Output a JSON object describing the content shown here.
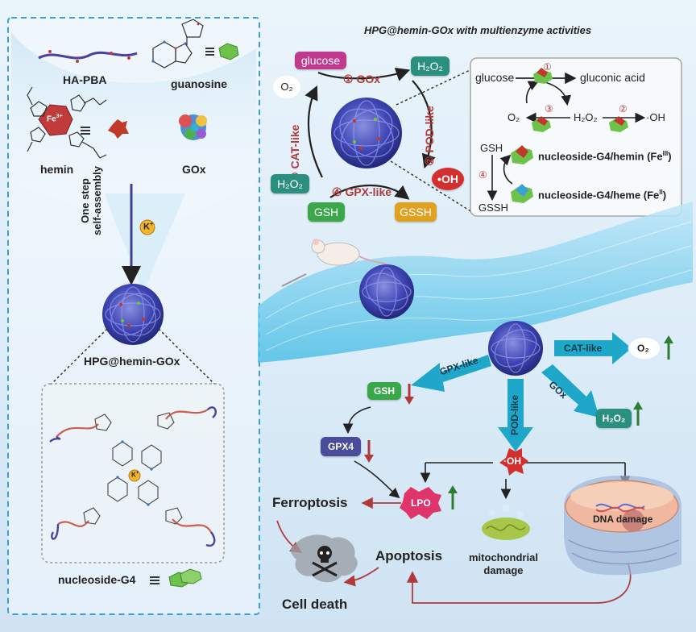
{
  "title": "HPG@hemin-GOx with multienzyme activities",
  "left_panel": {
    "ha_pba": "HA-PBA",
    "guanosine": "guanosine",
    "hemin": "hemin",
    "gox": "GOx",
    "fe_label": "Fe",
    "fe_charge": "3+",
    "assembly_line1": "One step",
    "assembly_line2": "self-assembly",
    "k_ion": "K",
    "k_charge": "+",
    "nanoparticle": "HPG@hemin-GOx",
    "nucleoside_g4": "nucleoside-G4",
    "equiv": "≡"
  },
  "cycle": {
    "glucose": "glucose",
    "gox_reaction": "① GOx",
    "h2o2_top": "H₂O₂",
    "o2": "O₂",
    "cat_like": "③ CAT-like",
    "pod_like": "② POD-like",
    "oh": "•OH",
    "h2o2_left": "H₂O₂",
    "gpx_like": "④ GPX-like",
    "gsh": "GSH",
    "gssh": "GSSH"
  },
  "mechanism_box": {
    "glucose": "glucose",
    "gluconic_acid": "gluconic acid",
    "step1": "①",
    "step2": "②",
    "step3": "③",
    "step4": "④",
    "o2": "O₂",
    "h2o2": "H₂O₂",
    "oh": "·OH",
    "gsh": "GSH",
    "gssh": "GSSH",
    "hemin_label": "nucleoside-G4/hemin (Fe",
    "hemin_ox": "III",
    "heme_label": "nucleoside-G4/heme (Fe",
    "heme_ox": "II",
    "close_paren": ")"
  },
  "bottom": {
    "cat_like": "CAT-like",
    "o2": "O₂",
    "gpx_like": "GPX-like",
    "gox": "GOx",
    "pod_like": "POD-like",
    "gsh": "GSH",
    "h2o2": "H₂O₂",
    "gpx4": "GPX4",
    "oh": "·OH",
    "lpo": "LPO",
    "ferroptosis": "Ferroptosis",
    "dna_damage": "DNA damage",
    "mito_line1": "mitochondrial",
    "mito_line2": "damage",
    "apoptosis": "Apoptosis",
    "cell_death": "Cell death"
  },
  "colors": {
    "glucose": "#c0398f",
    "h2o2": "#2a8f7e",
    "gsh": "#3aa84a",
    "gssh": "#e0a020",
    "gpx4": "#4b4b9c",
    "red_arrow": "#c0392b",
    "green_arrow": "#2e7d32",
    "cyan_arrow": "#1fa7c9",
    "frame": "#3aa0d8"
  }
}
